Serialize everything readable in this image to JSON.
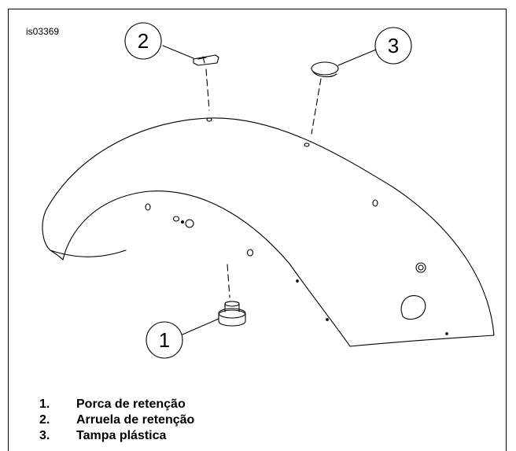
{
  "figure_id": "is03369",
  "callouts": {
    "c1": "1",
    "c2": "2",
    "c3": "3"
  },
  "legend": [
    {
      "num": "1.",
      "text": "Porca de retenção"
    },
    {
      "num": "2.",
      "text": "Arruela de retenção"
    },
    {
      "num": "3.",
      "text": "Tampa plástica"
    }
  ],
  "colors": {
    "line": "#000000",
    "background": "#ffffff"
  }
}
